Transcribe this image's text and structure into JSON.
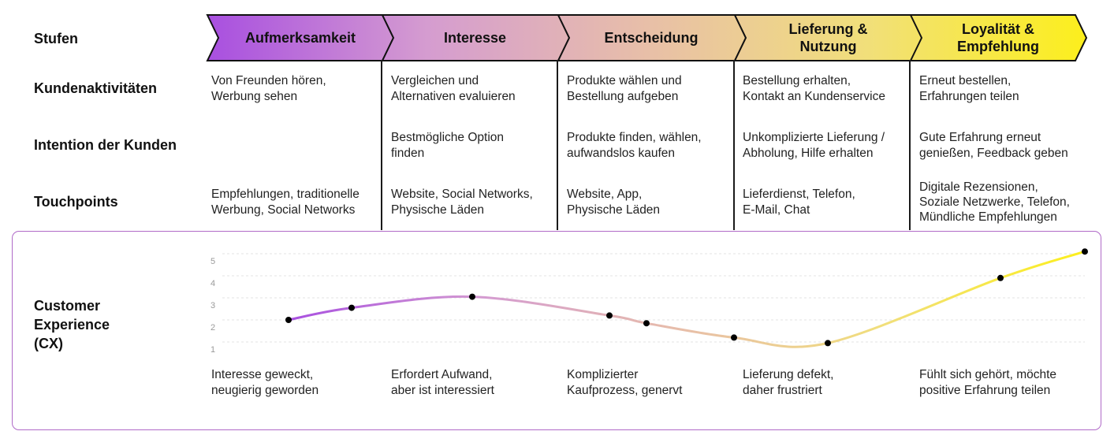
{
  "row_labels": {
    "stages": "Stufen",
    "activities": "Kundenaktivitäten",
    "intention": "Intention der Kunden",
    "touchpoints": "Touchpoints",
    "cx": "Customer\nExperience\n(CX)"
  },
  "stages": [
    {
      "label": "Aufmerksamkeit",
      "activity": "Von Freunden hören,\nWerbung sehen",
      "intention": "",
      "touchpoints": "Empfehlungen, traditionelle\nWerbung, Social Networks",
      "cx_note": "Interesse geweckt,\nneugierig geworden"
    },
    {
      "label": "Interesse",
      "activity": "Vergleichen und\nAlternativen evaluieren",
      "intention": "Bestmögliche Option\nfinden",
      "touchpoints": "Website, Social Networks,\nPhysische Läden",
      "cx_note": "Erfordert Aufwand,\naber ist interessiert"
    },
    {
      "label": "Entscheidung",
      "activity": "Produkte wählen und\nBestellung aufgeben",
      "intention": "Produkte finden, wählen,\naufwandslos kaufen",
      "touchpoints": "Website, App,\nPhysische Läden",
      "cx_note": "Komplizierter\nKaufprozess, genervt"
    },
    {
      "label": "Lieferung &\nNutzung",
      "activity": "Bestellung erhalten,\nKontakt an Kundenservice",
      "intention": "Unkomplizierte Lieferung /\nAbholung, Hilfe erhalten",
      "touchpoints": "Lieferdienst, Telefon,\nE-Mail, Chat",
      "cx_note": "Lieferung defekt,\ndaher frustriert"
    },
    {
      "label": "Loyalität &\nEmpfehlung",
      "activity": "Erneut bestellen,\nErfahrungen teilen",
      "intention": "Gute Erfahrung erneut\ngenießen, Feedback geben",
      "touchpoints": "Digitale Rezensionen,\nSoziale Netzwerke, Telefon,\nMündliche Empfehlungen",
      "cx_note": "Fühlt sich gehört, möchte\npositive Erfahrung teilen"
    }
  ],
  "chart_data": {
    "type": "line",
    "y_ticks": [
      "1",
      "2",
      "3",
      "4",
      "5"
    ],
    "ylim": [
      1,
      5
    ],
    "grid": true,
    "points": [
      2.0,
      2.55,
      3.05,
      2.2,
      1.85,
      1.2,
      0.95,
      3.9,
      5.1
    ]
  },
  "colors": {
    "gradient": [
      "#a84fe0",
      "#d59cd0",
      "#e8bfa8",
      "#f1df7a",
      "#fcef1c"
    ],
    "border": "#b06ac8",
    "stroke": "#111111",
    "grid": "#e3e3e3"
  }
}
